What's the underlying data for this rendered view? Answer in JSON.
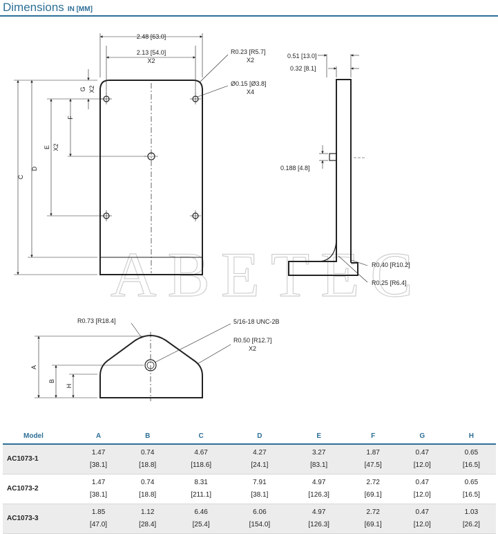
{
  "header": {
    "title": "Dimensions",
    "units": "IN [MM]",
    "accent_color": "#2e6f97"
  },
  "watermark": "ABETEC",
  "front_view": {
    "overall_width": "2.48 [63.0]",
    "hole_spacing": "2.13 [54.0]",
    "hole_spacing_qty": "X2",
    "corner_radius": "R0.23 [R5.7]",
    "corner_radius_qty": "X2",
    "hole_dia": "Ø0.15 [Ø3.8]",
    "hole_dia_qty": "X4",
    "dim_g": "G",
    "dim_g_qty": "X2",
    "dim_f": "F",
    "dim_e": "E",
    "dim_e_qty": "X2",
    "dim_d": "D",
    "dim_c": "C"
  },
  "side_view": {
    "flange_width": "0.51 [13.0]",
    "thickness": "0.32 [8.1]",
    "pin": "0.188 [4.8]",
    "outer_radius": "R0.40 [R10.2]",
    "inner_radius": "R0.25 [R6.4]"
  },
  "bottom_view": {
    "top_radius": "R0.73 [R18.4]",
    "thread": "5/16-18 UNC-2B",
    "side_radius": "R0.50 [R12.7]",
    "side_radius_qty": "X2",
    "dim_a": "A",
    "dim_b": "B",
    "dim_h": "H"
  },
  "table": {
    "headers": [
      "Model",
      "A",
      "B",
      "C",
      "D",
      "E",
      "F",
      "G",
      "H"
    ],
    "rows": [
      {
        "model": "AC1073-1",
        "cells": [
          [
            "1.47",
            "[38.1]"
          ],
          [
            "0.74",
            "[18.8]"
          ],
          [
            "4.67",
            "[118.6]"
          ],
          [
            "4.27",
            "[24.1]"
          ],
          [
            "3.27",
            "[83.1]"
          ],
          [
            "1.87",
            "[47.5]"
          ],
          [
            "0.47",
            "[12.0]"
          ],
          [
            "0.65",
            "[16.5]"
          ]
        ]
      },
      {
        "model": "AC1073-2",
        "cells": [
          [
            "1.47",
            "[38.1]"
          ],
          [
            "0.74",
            "[18.8]"
          ],
          [
            "8.31",
            "[211.1]"
          ],
          [
            "7.91",
            "[38.1]"
          ],
          [
            "4.97",
            "[126.3]"
          ],
          [
            "2.72",
            "[69.1]"
          ],
          [
            "0.47",
            "[12.0]"
          ],
          [
            "0.65",
            "[16.5]"
          ]
        ]
      },
      {
        "model": "AC1073-3",
        "cells": [
          [
            "1.85",
            "[47.0]"
          ],
          [
            "1.12",
            "[28.4]"
          ],
          [
            "6.46",
            "[25.4]"
          ],
          [
            "6.06",
            "[154.0]"
          ],
          [
            "4.97",
            "[126.3]"
          ],
          [
            "2.72",
            "[69.1]"
          ],
          [
            "0.47",
            "[12.0]"
          ],
          [
            "1.03",
            "[26.2]"
          ]
        ]
      }
    ]
  }
}
